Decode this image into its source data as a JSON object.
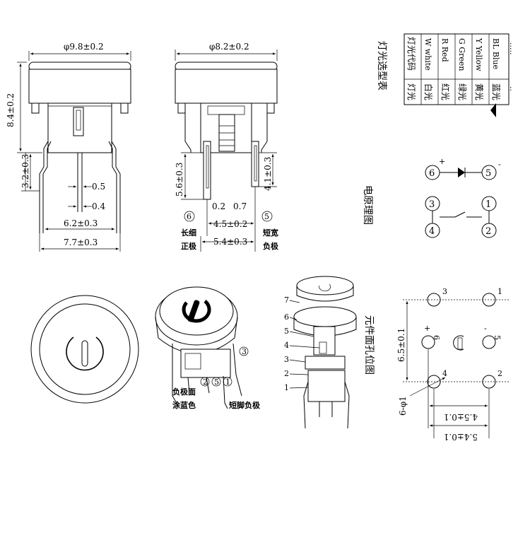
{
  "side_view": {
    "dim_top": "φ9.8±0.2",
    "dim_height": "8.4±0.2",
    "dim_leg": "3.2±0.3",
    "dim_pin_a": "0.5",
    "dim_pin_b": "0.4",
    "dim_pitch": "6.2±0.3",
    "dim_base": "7.7±0.3"
  },
  "front_view": {
    "dim_top": "φ8.2±0.2",
    "dim_left_leg": "5.6±0.3",
    "dim_right_leg": "4.1±0.3",
    "dim_a": "0.2",
    "dim_b": "0.7",
    "pin_left": "6",
    "pin_right": "5",
    "label_long_thin": "长细",
    "label_positive": "正极",
    "label_short_wide": "短宽",
    "label_negative": "负极",
    "dim_inner": "4.5±0.2",
    "dim_outer": "5.4±0.3"
  },
  "light_table": {
    "title": "灯光选型表",
    "header": [
      "灯光",
      "灯光代码"
    ],
    "rows": [
      [
        "白光",
        "W white"
      ],
      [
        "红光",
        "R Red"
      ],
      [
        "绿光",
        "G Green"
      ],
      [
        "黄光",
        "Y Yellow"
      ],
      [
        "蓝光",
        "BL Blue"
      ],
      [
        "..",
        "....."
      ]
    ]
  },
  "schematic": {
    "title": "电原理图",
    "pins": [
      "6",
      "5",
      "3",
      "1",
      "4",
      "2"
    ],
    "plus": "+",
    "minus": "-"
  },
  "exploded": {
    "labels": [
      "7",
      "6",
      "5",
      "4",
      "3",
      "2",
      "1"
    ]
  },
  "iso_view": {
    "pins": [
      "3",
      "2",
      "5",
      "1"
    ],
    "label_coat1": "负极面",
    "label_coat2": "涂蓝色",
    "label_short_neg": "短脚负极"
  },
  "pcb": {
    "title": "元件面孔位图",
    "pins": [
      "3",
      "1",
      "6",
      "5",
      "4",
      "2"
    ],
    "plus": "+",
    "minus": "-",
    "dim_vertical": "6.5±0.1",
    "dim_hole": "6-φ1",
    "dim_h1": "4.5±0.1",
    "dim_h2": "5.4±0.1"
  }
}
